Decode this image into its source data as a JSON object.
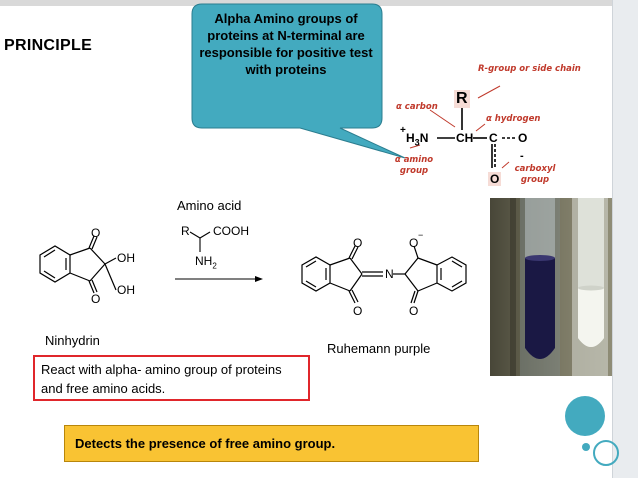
{
  "slide": {
    "title": "PRINCIPLE",
    "callout": "Alpha Amino groups of proteins at N-terminal are responsible for positive test with proteins",
    "amino_acid_label": "Amino acid",
    "ninhydrin_label": "Ninhydrin",
    "ruhemann_label": "Ruhemann purple",
    "react_text": "React with alpha- amino group of proteins and free amino acids.",
    "detect_text": "Detects the presence of free amino group."
  },
  "reagent": {
    "r": "R",
    "cooh": "COOH",
    "nh2": "NH",
    "nh2_sub": "2"
  },
  "ninhydrin_struct": {
    "o_top": "O",
    "o_bottom": "O",
    "oh1": "OH",
    "oh2": "OH"
  },
  "ruhemann_struct": {
    "o1": "O",
    "o2": "O",
    "o3": "O",
    "o4": "O",
    "n": "N",
    "minus": "−"
  },
  "amino_structure": {
    "r_group_label": "R-group or side chain",
    "r": "R",
    "alpha_carbon_label": "α carbon",
    "alpha_hydrogen_label": "α hydrogen",
    "h3n": "H",
    "h3n_sub": "3",
    "n": "N",
    "plus": "+",
    "ch": "CH",
    "c": "C",
    "o": "O",
    "o_bottom": "O",
    "minus": "-",
    "amino_group_label": "α amino group",
    "carboxyl_label": "carboxyl group"
  },
  "colors": {
    "callout_fill": "#43aabf",
    "react_border": "#e0262b",
    "detect_fill": "#f9c333",
    "accent_red": "#c0392b"
  }
}
